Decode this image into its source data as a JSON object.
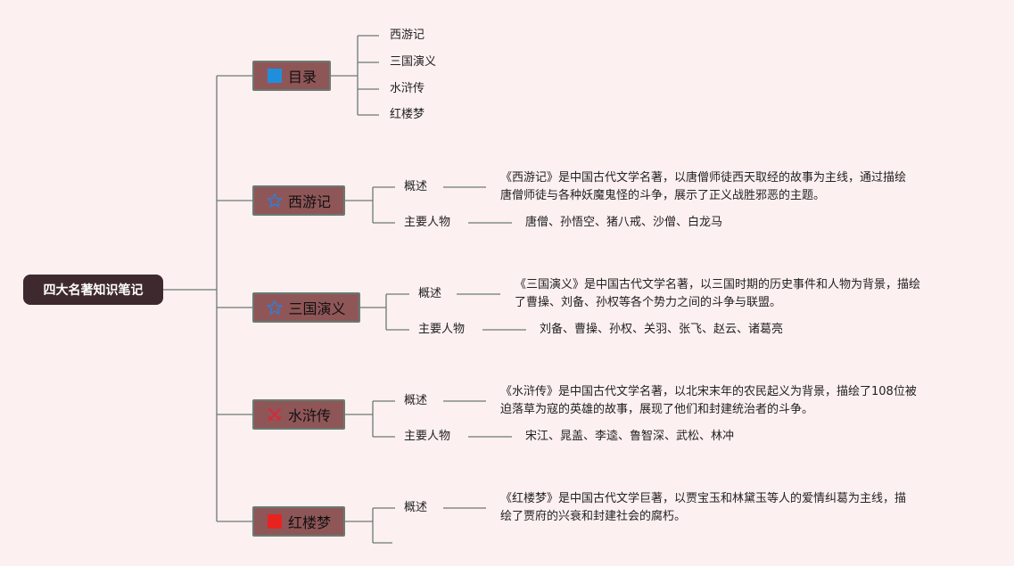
{
  "root": {
    "label": "四大名著知识笔记"
  },
  "toc": {
    "label": "目录",
    "icon": "blue-square-icon",
    "items": [
      "西游记",
      "三国演义",
      "水浒传",
      "红楼梦"
    ]
  },
  "books": [
    {
      "title": "西游记",
      "icon": "star-outline-icon",
      "overview_label": "概述",
      "overview": "《西游记》是中国古代文学名著，以唐僧师徒西天取经的故事为主线，通过描绘\n唐僧师徒与各种妖魔鬼怪的斗争，展示了正义战胜邪恶的主题。",
      "characters_label": "主要人物",
      "characters": "唐僧、孙悟空、猪八戒、沙僧、白龙马"
    },
    {
      "title": "三国演义",
      "icon": "star-outline-icon",
      "overview_label": "概述",
      "overview": "《三国演义》是中国古代文学名著，以三国时期的历史事件和人物为背景，描绘\n了曹操、刘备、孙权等各个势力之间的斗争与联盟。",
      "characters_label": "主要人物",
      "characters": "刘备、曹操、孙权、关羽、张飞、赵云、诸葛亮"
    },
    {
      "title": "水浒传",
      "icon": "crossed-swords-icon",
      "overview_label": "概述",
      "overview": "《水浒传》是中国古代文学名著，以北宋末年的农民起义为背景，描绘了108位被\n迫落草为寇的英雄的故事，展现了他们和封建统治者的斗争。",
      "characters_label": "主要人物",
      "characters": "宋江、晁盖、李逵、鲁智深、武松、林冲"
    },
    {
      "title": "红楼梦",
      "icon": "red-square-icon",
      "overview_label": "概述",
      "overview": "《红楼梦》是中国古代文学巨著，以贾宝玉和林黛玉等人的爱情纠葛为主线，描\n绘了贾府的兴衰和封建社会的腐朽。"
    }
  ],
  "colors": {
    "background": "#fdf0f1",
    "root_fill": "#3e2a2e",
    "topic_fill": "#8f5658",
    "connector": "#6b7a70"
  }
}
